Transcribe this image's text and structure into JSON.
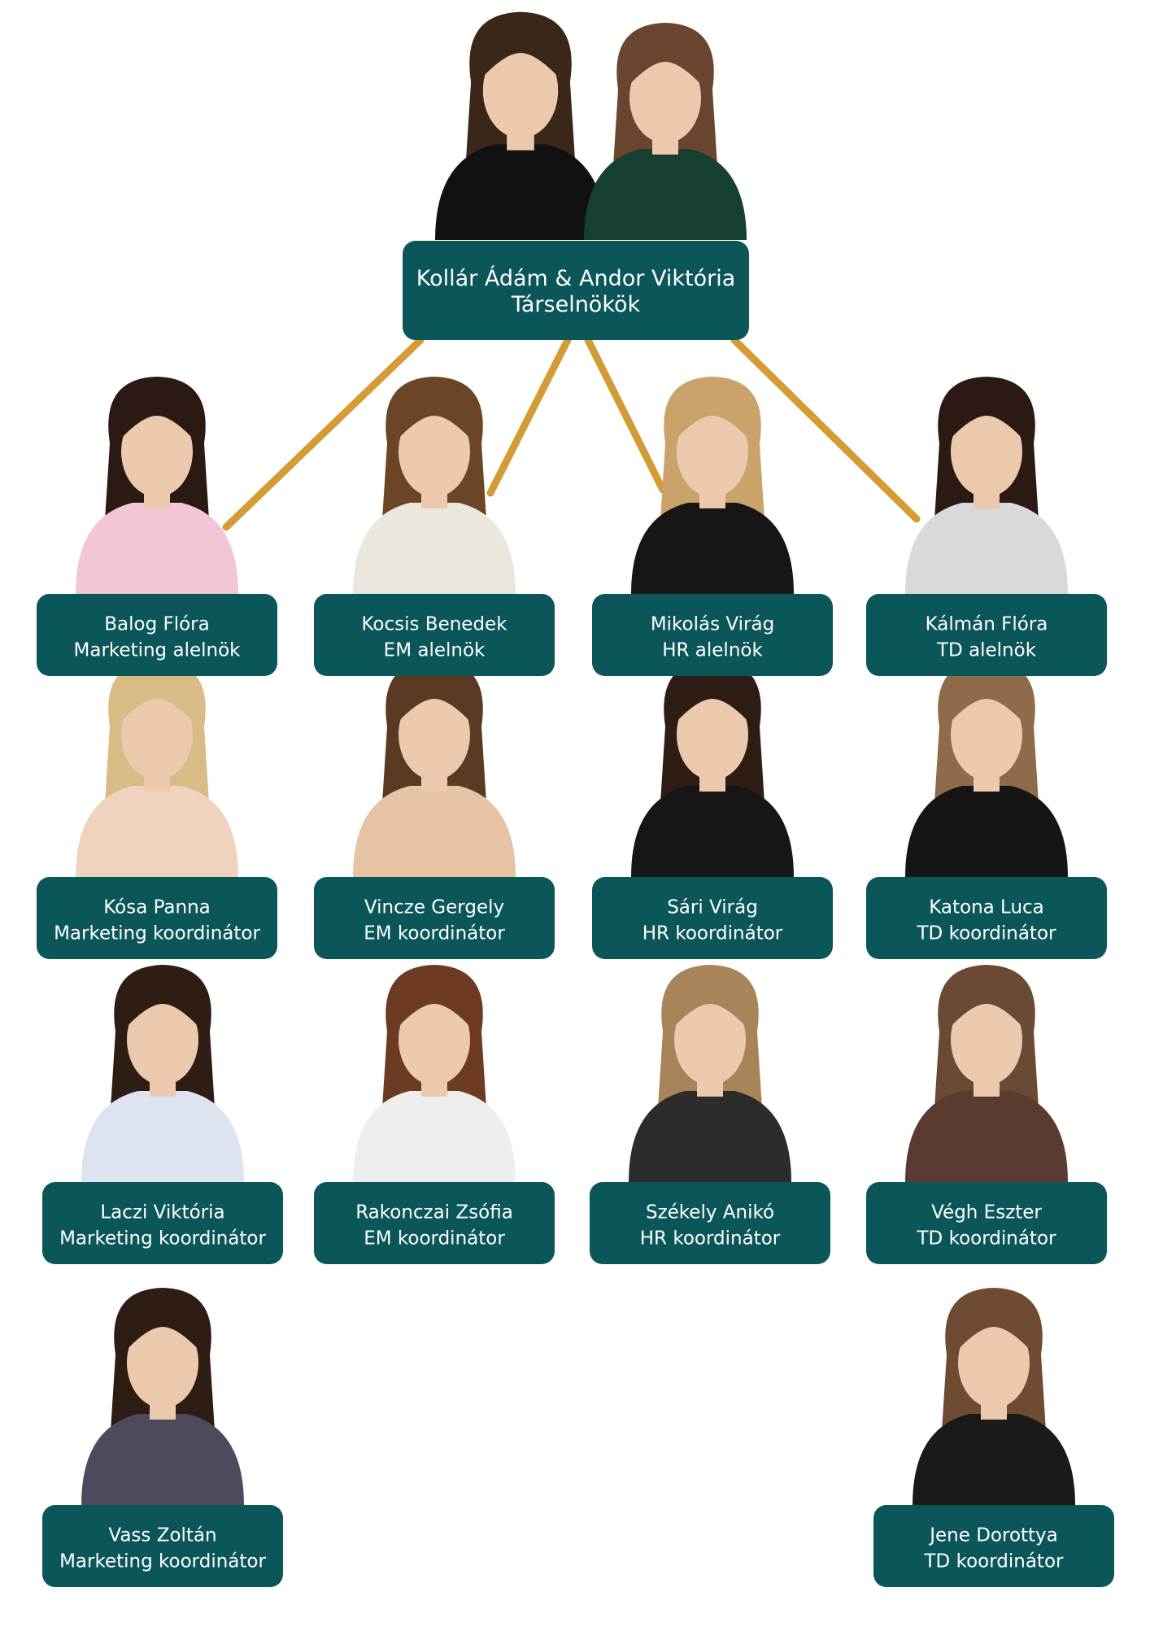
{
  "colors": {
    "box_fill": "#0a5659",
    "connector": "#d59b34",
    "label_text": "#ffffff",
    "skin": "#ecc9ad",
    "background": "#ffffff"
  },
  "top": {
    "name": "Kollár Ádám & Andor Viktória",
    "role": "Társelnökök",
    "photo": [
      {
        "hair": "#3b261a",
        "shirt": "#111111",
        "accent": "#ede8e2"
      },
      {
        "hair": "#6a4630",
        "shirt": "#173f33",
        "accent": "#173f33"
      }
    ]
  },
  "people": [
    {
      "name": "Balog Flóra",
      "role": "Marketing alelnök",
      "hair": "#2b1a13",
      "shirt": "#f2c6d6"
    },
    {
      "name": "Kocsis Benedek",
      "role": "EM alelnök",
      "hair": "#6b4525",
      "shirt": "#ece7de"
    },
    {
      "name": "Mikolás Virág",
      "role": "HR alelnök",
      "hair": "#caa36a",
      "shirt": "#161616"
    },
    {
      "name": "Kálmán Flóra",
      "role": "TD alelnök",
      "hair": "#2b1a13",
      "shirt": "#d9d9dc"
    },
    {
      "name": "Kósa Panna",
      "role": "Marketing koordinátor",
      "hair": "#d9bb86",
      "shirt": "#f0d3bf"
    },
    {
      "name": "Vincze Gergely",
      "role": "EM koordinátor",
      "hair": "#5a3a22",
      "shirt": "#e6c3a5"
    },
    {
      "name": "Sári Virág",
      "role": "HR koordinátor",
      "hair": "#2e1d14",
      "shirt": "#161616"
    },
    {
      "name": "Katona Luca",
      "role": "TD koordinátor",
      "hair": "#8e6b4a",
      "shirt": "#151515"
    },
    {
      "name": "Laczi Viktória",
      "role": "Marketing koordinátor",
      "hair": "#2e1d14",
      "shirt": "#dde3ef"
    },
    {
      "name": "Rakonczai Zsófia",
      "role": "EM koordinátor",
      "hair": "#6d3a24",
      "shirt": "#eeeeee"
    },
    {
      "name": "Székely Anikó",
      "role": "HR koordinátor",
      "hair": "#a88458",
      "shirt": "#2c2c2c"
    },
    {
      "name": "Végh Eszter",
      "role": "TD koordinátor",
      "hair": "#6a4a34",
      "shirt": "#5a3b31"
    },
    {
      "name": "Vass Zoltán",
      "role": "Marketing koordinátor",
      "hair": "#2e1d14",
      "shirt": "#4d4a5c"
    },
    {
      "name": "Jene Dorottya",
      "role": "TD koordinátor",
      "hair": "#6e4b32",
      "shirt": "#1a1a1a"
    }
  ]
}
